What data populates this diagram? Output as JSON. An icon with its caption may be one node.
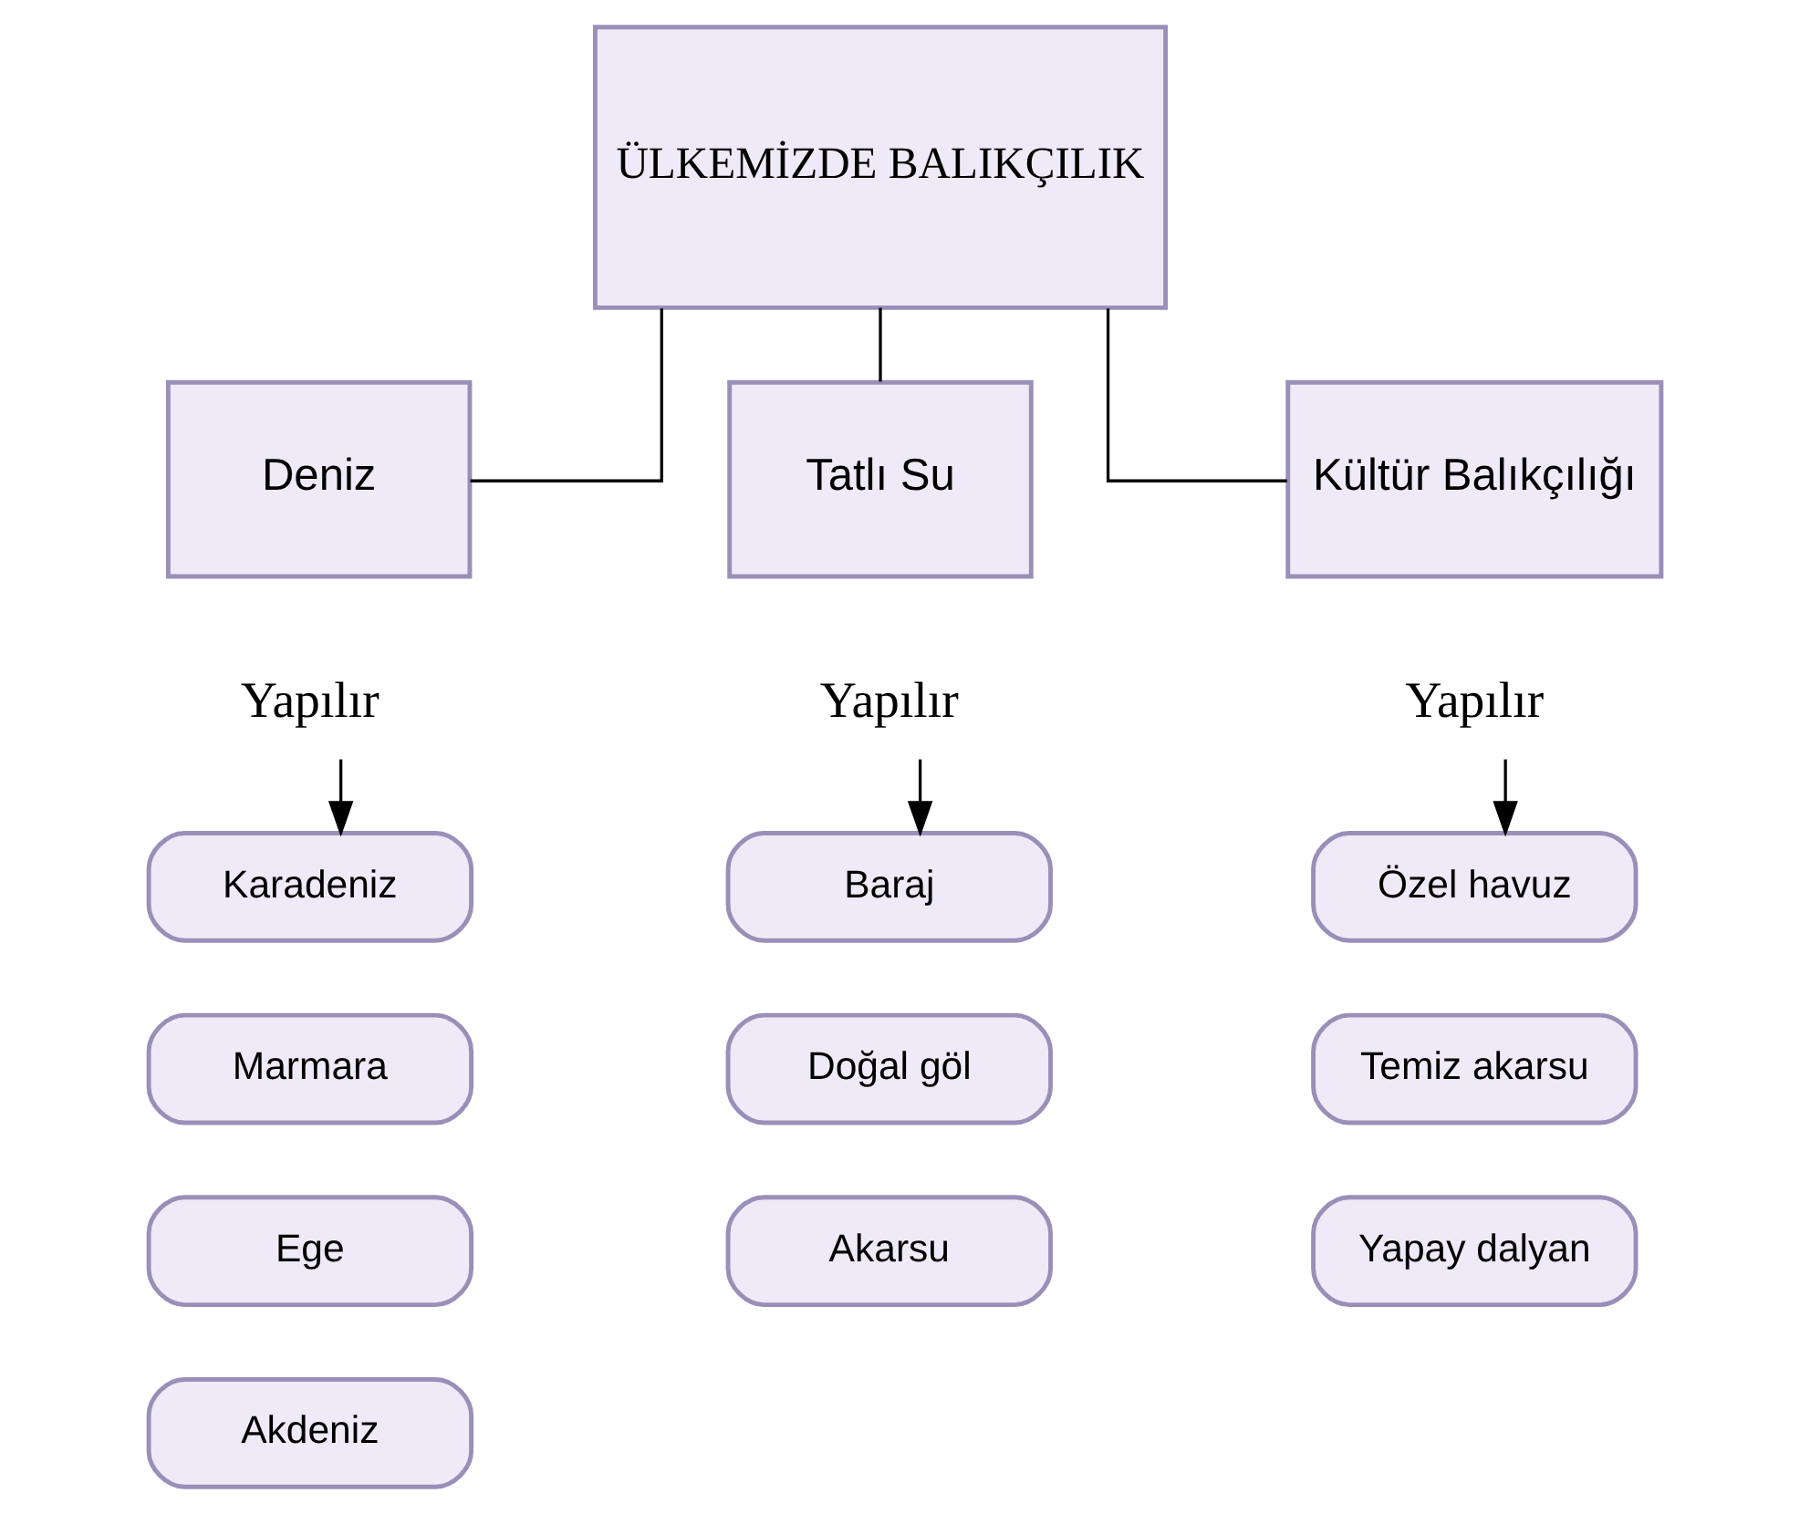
{
  "diagram": {
    "nodes": [
      {
        "text": [
          "ÜLKEMİZDE BALIKÇILIK"
        ]
      },
      {
        "text": [
          "Deniz"
        ]
      },
      {
        "text": [
          "Tatlı Su"
        ]
      },
      {
        "text": [
          "Kültür Balıkçılığı"
        ]
      },
      {
        "text": [
          "Yapılır"
        ]
      },
      {
        "text": [
          "Yapılır"
        ]
      },
      {
        "text": [
          "Yapılır"
        ]
      },
      {
        "text": [
          "Karadeniz"
        ]
      },
      {
        "text": [
          "Baraj"
        ]
      },
      {
        "text": [
          "Özel havuz"
        ]
      },
      {
        "text": [
          "Marmara"
        ]
      },
      {
        "text": [
          "Doğal göl"
        ]
      },
      {
        "text": [
          "Temiz akarsu"
        ]
      },
      {
        "text": [
          "Ege"
        ]
      },
      {
        "text": [
          "Akarsu"
        ]
      },
      {
        "text": [
          "Yapay dalyan"
        ]
      },
      {
        "text": [
          "Akdeniz"
        ]
      }
    ],
    "edges": [
      {
        "from": 0,
        "to": 1,
        "arrow": "none"
      },
      {
        "from": 0,
        "to": 2,
        "arrow": "none"
      },
      {
        "from": 0,
        "to": 3,
        "arrow": "none"
      },
      {
        "from": 4,
        "to": 7,
        "arrow": "to"
      },
      {
        "from": 5,
        "to": 8,
        "arrow": "to"
      },
      {
        "from": 6,
        "to": 9,
        "arrow": "to"
      }
    ]
  }
}
